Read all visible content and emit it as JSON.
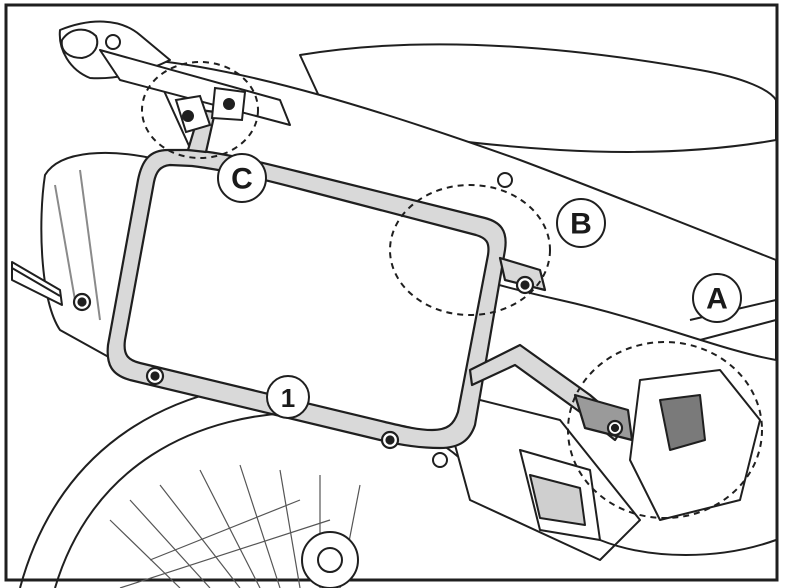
{
  "diagram": {
    "callouts": [
      {
        "id": "A",
        "label": "A"
      },
      {
        "id": "B",
        "label": "B"
      },
      {
        "id": "C",
        "label": "C"
      },
      {
        "id": "1",
        "label": "1"
      }
    ]
  },
  "colors": {
    "line": "#1f1f1f",
    "rack_fill": "#d9d9d9",
    "body_fill": "#ffffff",
    "shade": "#8a8a8a",
    "background": "#ffffff"
  }
}
